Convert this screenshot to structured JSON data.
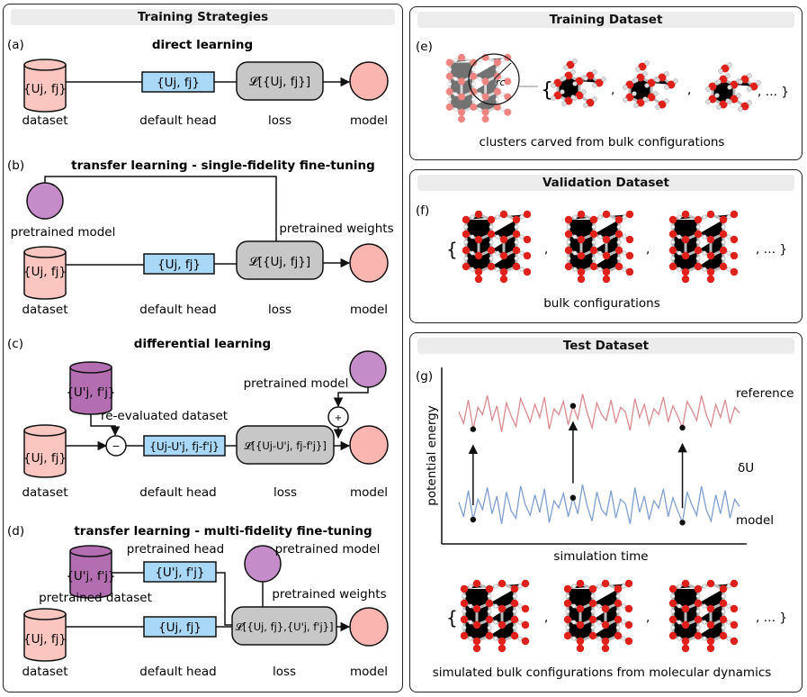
{
  "panels": {
    "left_title": "Training Strategies",
    "training_title": "Training Dataset",
    "validation_title": "Validation Dataset",
    "test_title": "Test Dataset"
  },
  "a": {
    "tag": "(a)",
    "title": "direct learning",
    "dataset_in": "{Uj, fj}",
    "head": "{Uj, fj}",
    "loss": "𝓛[{Uj, fj}]"
  },
  "b": {
    "tag": "(b)",
    "title": "transfer learning - single-fidelity fine-tuning",
    "pretrained_model": "pretrained model",
    "pretrained_weights": "pretrained weights",
    "dataset_in": "{Uj, fj}",
    "head": "{Uj, fj}",
    "loss": "𝓛[{Uj, fj}]"
  },
  "c": {
    "tag": "(c)",
    "title": "differential learning",
    "pretrained_model": "pretrained model",
    "reeval": "re-evaluated dataset",
    "reeval_in": "{U'j, f'j}",
    "dataset_in": "{Uj, fj}",
    "head": "{Uj-U'j, fj-f'j}",
    "loss": "𝓛[{Uj-U'j, fj-f'j}]",
    "minus": "−",
    "plus": "+"
  },
  "d": {
    "tag": "(d)",
    "title": "transfer learning - multi-fidelity fine-tuning",
    "pretrained_head": "pretrained head",
    "pretrained_model": "pretrained model",
    "pretrained_dataset": "pretrained dataset",
    "pretrained_weights": "pretrained weights",
    "pre_in": "{U'j, f'j}",
    "pre_head": "{U'j, f'j}",
    "dataset_in": "{Uj, fj}",
    "head": "{Uj, fj}",
    "loss": "𝓛[{Uj, fj},{U'j, f'j}]"
  },
  "common": {
    "dataset": "dataset",
    "default_head": "default head",
    "loss": "loss",
    "model": "model"
  },
  "e": {
    "tag": "(e)",
    "rc": "rc",
    "caption": "clusters carved from bulk configurations",
    "brace_open": "{",
    "brace_close": ", … }",
    "sep": ","
  },
  "f": {
    "tag": "(f)",
    "caption": "bulk configurations",
    "brace_open": "{",
    "brace_close": ", … }",
    "sep": ","
  },
  "g": {
    "tag": "(g)",
    "ylabel": "potential energy",
    "xlabel": "simulation time",
    "reference": "reference",
    "model": "model",
    "delta": "δU",
    "caption": "simulated bulk configurations from molecular dynamics",
    "brace_open": "{",
    "brace_close": ", … }",
    "sep": ","
  },
  "chart_data": {
    "type": "line",
    "title": "",
    "xlabel": "simulation time",
    "ylabel": "potential energy",
    "series": [
      {
        "name": "reference",
        "values": [
          0.82,
          0.74,
          0.9,
          0.7,
          0.85,
          0.8,
          0.93,
          0.76,
          0.86,
          0.68,
          0.88,
          0.79,
          0.72,
          0.91,
          0.83,
          0.75,
          0.87,
          0.78,
          0.92,
          0.7,
          0.84,
          0.8,
          0.89,
          0.73,
          0.86,
          0.77,
          0.94,
          0.81,
          0.71,
          0.88,
          0.8,
          0.76,
          0.9,
          0.74,
          0.85,
          0.82,
          0.69,
          0.91,
          0.78,
          0.87,
          0.73,
          0.84,
          0.8,
          0.92,
          0.75,
          0.86,
          0.79,
          0.71,
          0.89,
          0.83,
          0.76,
          0.93,
          0.8,
          0.72,
          0.87,
          0.78,
          0.9,
          0.74,
          0.85,
          0.81
        ]
      },
      {
        "name": "model",
        "values": [
          0.2,
          0.1,
          0.28,
          0.08,
          0.22,
          0.15,
          0.3,
          0.12,
          0.24,
          0.05,
          0.27,
          0.14,
          0.09,
          0.31,
          0.18,
          0.11,
          0.25,
          0.13,
          0.29,
          0.06,
          0.21,
          0.16,
          0.26,
          0.1,
          0.23,
          0.12,
          0.32,
          0.17,
          0.07,
          0.27,
          0.15,
          0.11,
          0.28,
          0.09,
          0.22,
          0.19,
          0.05,
          0.3,
          0.13,
          0.24,
          0.08,
          0.21,
          0.16,
          0.29,
          0.1,
          0.23,
          0.14,
          0.06,
          0.27,
          0.18,
          0.11,
          0.31,
          0.15,
          0.07,
          0.25,
          0.12,
          0.28,
          0.09,
          0.22,
          0.17
        ]
      }
    ],
    "markers": [
      {
        "series": "reference",
        "index": 3
      },
      {
        "series": "reference",
        "index": 24
      },
      {
        "series": "reference",
        "index": 47
      },
      {
        "series": "model",
        "index": 3
      },
      {
        "series": "model",
        "index": 24
      },
      {
        "series": "model",
        "index": 47
      }
    ],
    "grid": false
  }
}
